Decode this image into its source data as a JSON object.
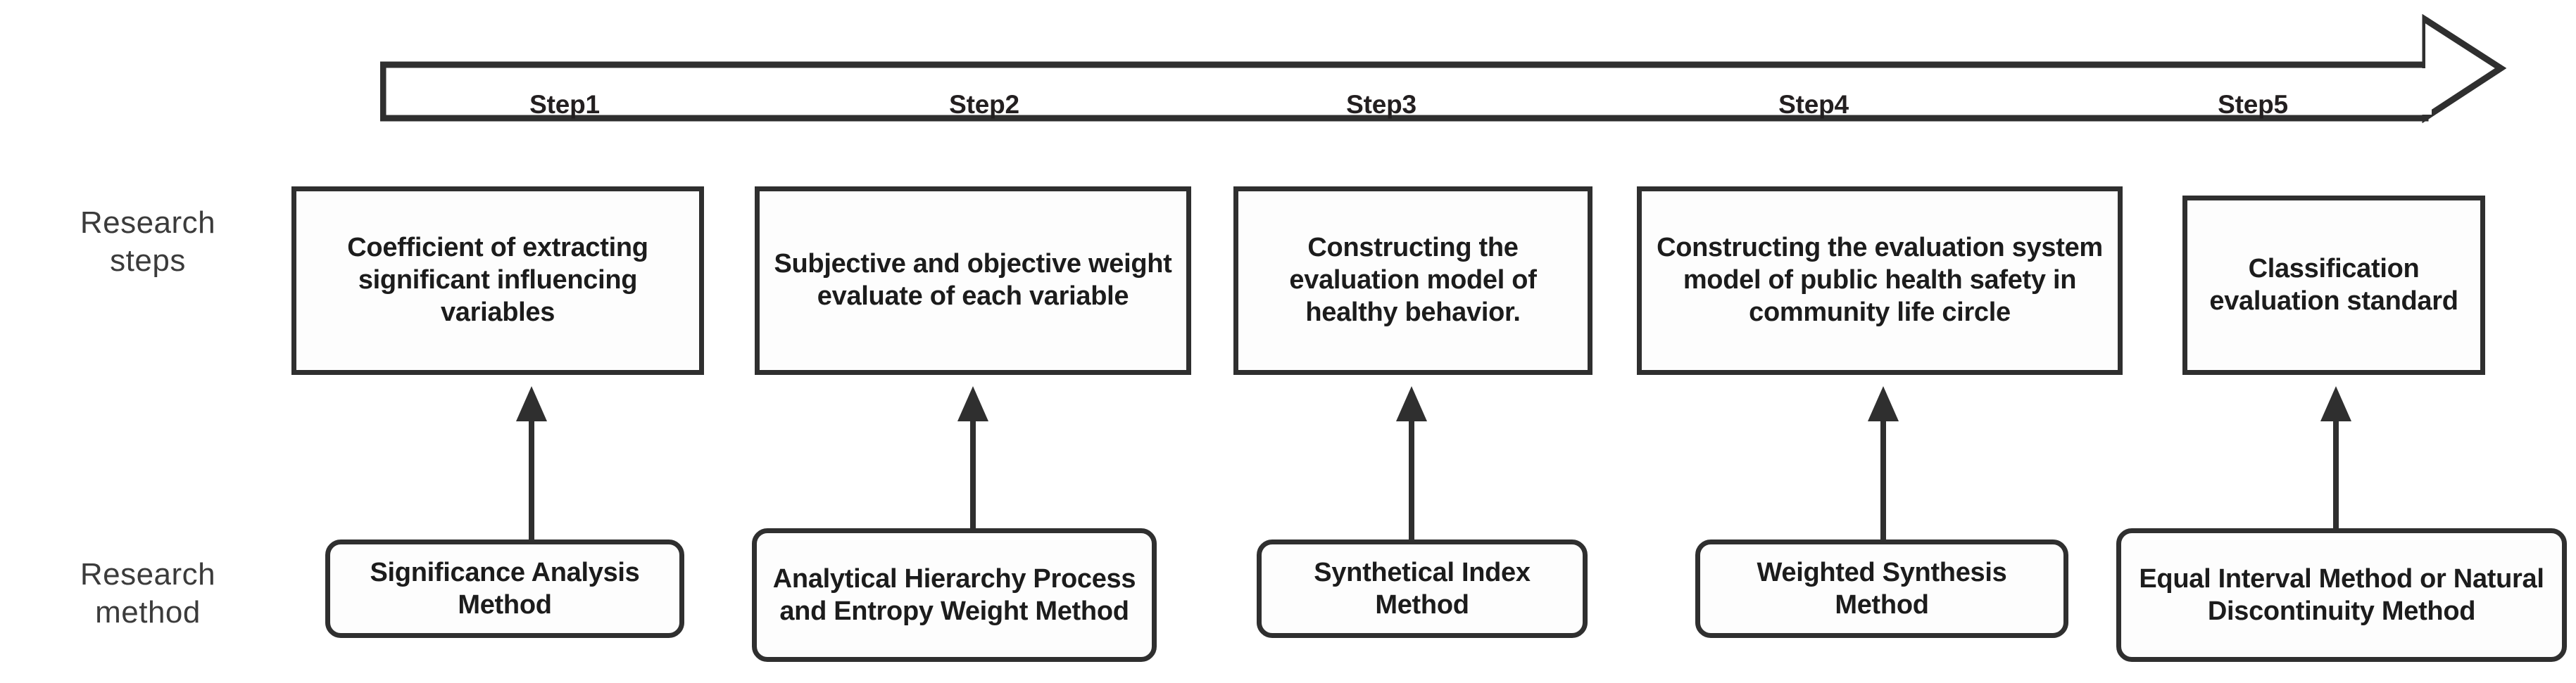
{
  "diagram": {
    "row_labels": {
      "steps": "Research\nsteps",
      "method": "Research\nmethod"
    },
    "step_banner": {
      "steps": [
        {
          "label": "Step1"
        },
        {
          "label": "Step2"
        },
        {
          "label": "Step3"
        },
        {
          "label": "Step4"
        },
        {
          "label": "Step5"
        }
      ]
    },
    "research_steps": [
      {
        "text": "Coefficient of extracting significant influencing variables"
      },
      {
        "text": "Subjective and objective weight evaluate of each variable"
      },
      {
        "text": "Constructing the evaluation model of healthy behavior."
      },
      {
        "text": "Constructing the evaluation system model of public health safety in community life circle"
      },
      {
        "text": "Classification evaluation standard"
      }
    ],
    "research_methods": [
      {
        "text": "Significance Analysis Method"
      },
      {
        "text": "Analytical Hierarchy Process and Entropy Weight Method"
      },
      {
        "text": "Synthetical Index Method"
      },
      {
        "text": "Weighted Synthesis Method"
      },
      {
        "text": "Equal Interval Method or Natural Discontinuity Method"
      }
    ],
    "colors": {
      "stroke": "#2f2f2f",
      "text": "#1c1c1c",
      "label_text": "#3b3b3b",
      "background": "#ffffff"
    }
  }
}
